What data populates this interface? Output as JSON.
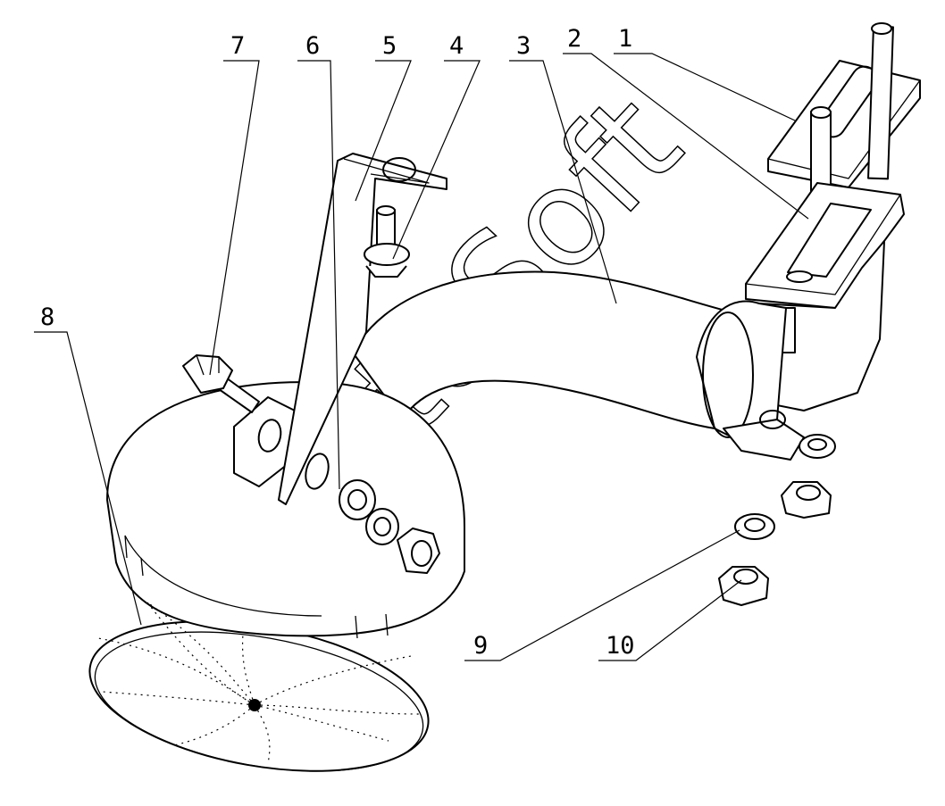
{
  "diagram": {
    "watermark": "AutoSoft",
    "callouts": [
      {
        "id": 1,
        "label": "1"
      },
      {
        "id": 2,
        "label": "2"
      },
      {
        "id": 3,
        "label": "3"
      },
      {
        "id": 4,
        "label": "4"
      },
      {
        "id": 5,
        "label": "5"
      },
      {
        "id": 6,
        "label": "6"
      },
      {
        "id": 7,
        "label": "7"
      },
      {
        "id": 8,
        "label": "8"
      },
      {
        "id": 9,
        "label": "9"
      },
      {
        "id": 10,
        "label": "10"
      }
    ]
  }
}
